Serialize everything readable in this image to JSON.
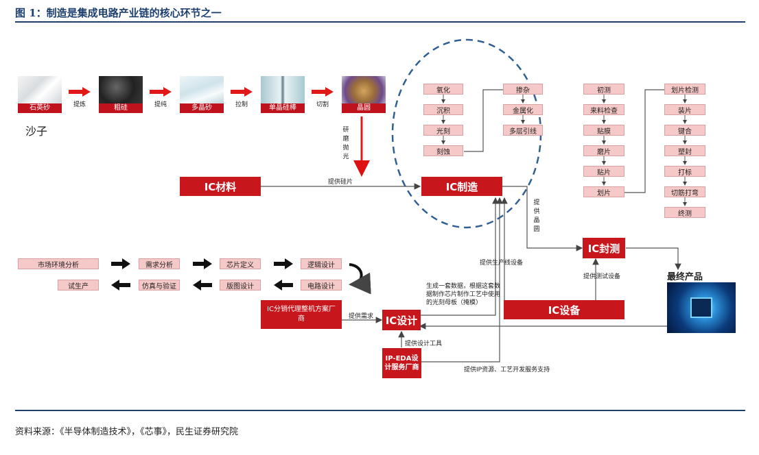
{
  "title": "图 1：制造是集成电路产业链的核心环节之一",
  "source": "资料来源：《半导体制造技术》，《芯事》，民生证券研究院",
  "materials": {
    "sand_caption": "沙子",
    "items": [
      "石英砂",
      "粗硅",
      "多晶砂",
      "单晶硅棒",
      "晶圆"
    ],
    "steps": [
      "提炼",
      "提纯",
      "拉制",
      "切割"
    ],
    "polish_label": "研磨抛光"
  },
  "main_nodes": {
    "ic_material": "IC材料",
    "ic_manufacturing": "IC制造",
    "ic_packaging": "IC封测",
    "ic_equipment": "IC设备",
    "ic_design": "IC设计",
    "ip_eda": "IP-EDA设计服务厂商",
    "distributor": "IC分销代理整机方案厂商",
    "final_product": "最终产品"
  },
  "edges": {
    "supply_wafer": "提供硅片",
    "supply_die": "提供晶圆",
    "supply_production_equipment": "提供生产线设备",
    "supply_test_equipment": "提供测试设备",
    "mask_note": "生成一套数据，根据这套数据制作芯片制作工艺中使用的光刻母板（掩模）",
    "supply_demand": "提供需求",
    "supply_design_tools": "提供设计工具",
    "supply_ip": "提供IP资源、工艺开发服务支持"
  },
  "fab_process": {
    "col1": [
      "氧化",
      "沉积",
      "光刻",
      "刻蚀"
    ],
    "col2": [
      "掺杂",
      "金属化",
      "多层引线"
    ]
  },
  "packaging_process": {
    "col1": [
      "初测",
      "来料检查",
      "贴膜",
      "磨片",
      "贴片",
      "划片"
    ],
    "col2": [
      "划片检测",
      "装片",
      "键合",
      "塑封",
      "打标",
      "切筋打弯",
      "终测"
    ]
  },
  "design_flow": {
    "row1": [
      "市场环境分析",
      "需求分析",
      "芯片定义",
      "逻辑设计"
    ],
    "row2": [
      "试生产",
      "仿真与验证",
      "版图设计",
      "电路设计"
    ]
  },
  "colors": {
    "brand_red": "#c8161d",
    "pink": "#f6c9c9",
    "title_blue": "#1d3f6e",
    "dashed_circle": "#2f5f93"
  }
}
